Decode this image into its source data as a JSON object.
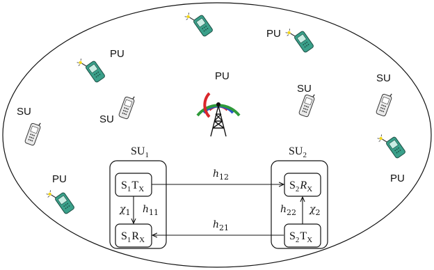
{
  "diagram": {
    "pu_label": "PU",
    "su_label": "SU",
    "su1_title": {
      "base": "SU",
      "sub": "1"
    },
    "su2_title": {
      "base": "SU",
      "sub": "2"
    },
    "nodes": {
      "s1tx": {
        "base": "S",
        "sub": "1",
        "tail": "T",
        "tailsub": "X"
      },
      "s1rx": {
        "base": "S",
        "sub": "1",
        "tail": "R",
        "tailsub": "X"
      },
      "s2rx": {
        "base": "S",
        "sub": "2",
        "tail": "R",
        "tailsub": "X"
      },
      "s2tx": {
        "base": "S",
        "sub": "2",
        "tail": "T",
        "tailsub": "X"
      }
    },
    "channels": {
      "h12": {
        "base": "h",
        "sub": "12"
      },
      "h11": {
        "base": "h",
        "sub": "11"
      },
      "h22": {
        "base": "h",
        "sub": "22"
      },
      "h21": {
        "base": "h",
        "sub": "21"
      },
      "chi1": {
        "base": "χ",
        "sub": "1"
      },
      "chi2": {
        "base": "χ",
        "sub": "2"
      }
    }
  },
  "colors": {
    "phone_green": "#3aa08a",
    "phone_gray": "#e8e8e8",
    "wave_red": "#d9262b",
    "wave_blue": "#2a55c8",
    "wave_green": "#2f9a3a"
  }
}
